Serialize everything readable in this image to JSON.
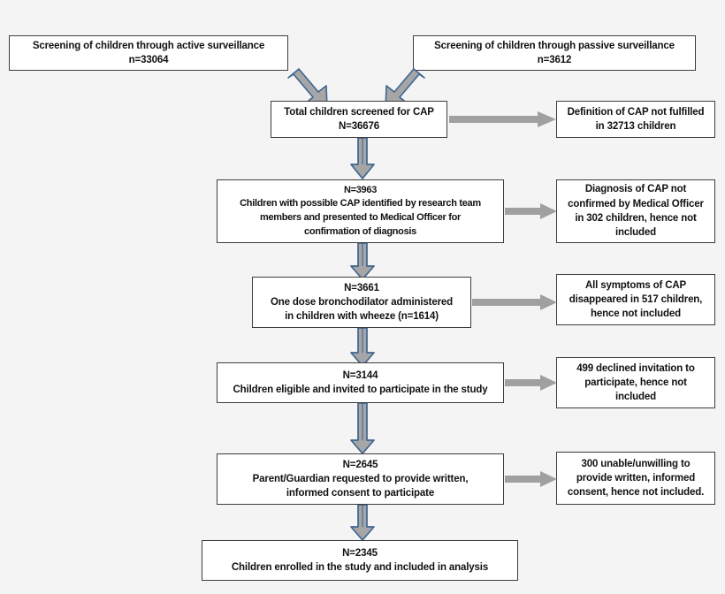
{
  "diagram": {
    "title": "CONSORT-style participant flow diagram for a childhood CAP study",
    "type": "flowchart",
    "colors": {
      "background": "#f4f4f4",
      "box_fill": "#ffffff",
      "box_border": "#3d3d3d",
      "text": "#111111",
      "block_arrow_fill": "#a6a6a6",
      "block_arrow_stroke": "#4a6f97",
      "plain_arrow_fill": "#a0a0a0"
    }
  },
  "nodes": {
    "active_surveillance": {
      "line1": "Screening of children through active surveillance",
      "line2": "n=33064",
      "text": "Screening of children through active surveillance\nn=33064"
    },
    "passive_surveillance": {
      "line1": "Screening of children through passive surveillance",
      "line2": "n=3612",
      "text": "Screening of children through passive surveillance\nn=3612"
    },
    "total_screened": {
      "line1": "Total children screened for CAP",
      "line2": "N=36676",
      "text": "Total children screened for CAP\nN=36676"
    },
    "possible_cap": {
      "line1": "N=3963",
      "line2": "Children with possible CAP identified by research team",
      "line3": "members and presented to Medical Officer for",
      "line4": "confirmation of diagnosis",
      "text": "N=3963\nChildren with possible CAP identified by research team\nmembers and presented to Medical Officer for\nconfirmation of diagnosis"
    },
    "bronchodilator": {
      "line1": "N=3661",
      "line2": "One dose bronchodilator administered",
      "line3": "in children with wheeze (n=1614)",
      "text": "N=3661\nOne dose bronchodilator administered\nin children with wheeze (n=1614)"
    },
    "eligible_invited": {
      "line1": "N=3144",
      "line2": "Children eligible and invited to participate in the study",
      "text": "N=3144\nChildren eligible and invited to participate in the study"
    },
    "consent_requested": {
      "line1": "N=2645",
      "line2": "Parent/Guardian requested to provide written,",
      "line3": "informed consent to participate",
      "text": "N=2645\nParent/Guardian requested to provide written,\ninformed consent to participate"
    },
    "enrolled": {
      "line1": "N=2345",
      "line2": "Children enrolled in the study and included in analysis",
      "text": "N=2345\nChildren enrolled in the study and included in analysis"
    }
  },
  "exclusions": {
    "definition_not_fulfilled": {
      "line1": "Definition of CAP not fulfilled",
      "line2": "in 32713 children",
      "text": "Definition of CAP not fulfilled\nin 32713 children"
    },
    "diagnosis_not_confirmed": {
      "line1": "Diagnosis of CAP not",
      "line2": "confirmed by Medical Officer",
      "line3": "in 302 children, hence not",
      "line4": "included",
      "text": "Diagnosis of CAP not\nconfirmed by Medical Officer\nin 302 children, hence not\nincluded"
    },
    "symptoms_disappeared": {
      "line1": "All symptoms of CAP",
      "line2": "disappeared in 517 children,",
      "line3": "hence not included",
      "text": "All symptoms of CAP\ndisappeared in 517 children,\nhence not included"
    },
    "declined_invitation": {
      "line1": "499 declined invitation to",
      "line2": "participate, hence not",
      "line3": "included",
      "text": "499 declined invitation to\nparticipate, hence not\nincluded"
    },
    "no_consent": {
      "line1": "300 unable/unwilling to",
      "line2": "provide written, informed",
      "line3": "consent, hence not included.",
      "text": "300 unable/unwilling to\nprovide written, informed\nconsent, hence not included."
    }
  },
  "chart_data": {
    "type": "flowchart",
    "title": "Participant flow: screening to enrolment",
    "stages": [
      {
        "label": "Screening of children through active surveillance",
        "key": "n",
        "value": 33064
      },
      {
        "label": "Screening of children through passive surveillance",
        "key": "n",
        "value": 3612
      },
      {
        "label": "Total children screened for CAP",
        "key": "N",
        "value": 36676
      },
      {
        "label": "Children with possible CAP identified by research team members and presented to Medical Officer for confirmation of diagnosis",
        "key": "N",
        "value": 3963
      },
      {
        "label": "One dose bronchodilator administered in children with wheeze (n=1614)",
        "key": "N",
        "value": 3661
      },
      {
        "label": "Children eligible and invited to participate in the study",
        "key": "N",
        "value": 3144
      },
      {
        "label": "Parent/Guardian requested to provide written, informed consent to participate",
        "key": "N",
        "value": 2645
      },
      {
        "label": "Children enrolled in the study and included in analysis",
        "key": "N",
        "value": 2345
      }
    ],
    "exclusions": [
      {
        "label": "Definition of CAP not fulfilled",
        "value": 32713,
        "after_stage": "Total children screened for CAP"
      },
      {
        "label": "Diagnosis of CAP not confirmed by Medical Officer, hence not included",
        "value": 302,
        "after_stage": "Children with possible CAP"
      },
      {
        "label": "All symptoms of CAP disappeared, hence not included",
        "value": 517,
        "after_stage": "One dose bronchodilator administered"
      },
      {
        "label": "Declined invitation to participate, hence not included",
        "value": 499,
        "after_stage": "Children eligible and invited"
      },
      {
        "label": "Unable/unwilling to provide written, informed consent, hence not included",
        "value": 300,
        "after_stage": "Parent/Guardian requested consent"
      }
    ],
    "wheeze_subgroup": 1614
  }
}
